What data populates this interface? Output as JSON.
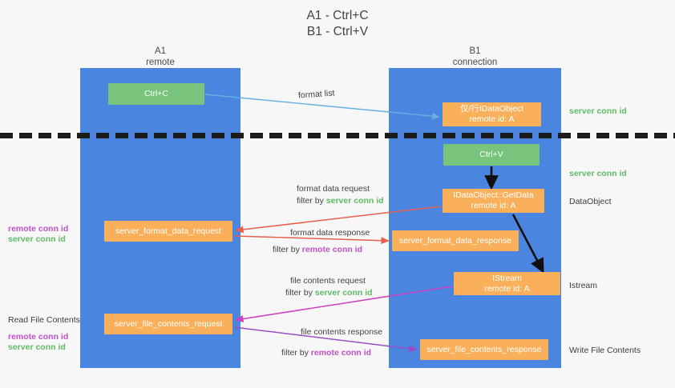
{
  "title": "A1 - Ctrl+C\nB1 - Ctrl+V",
  "lanes": [
    {
      "name": "A1",
      "sub": "remote",
      "header": "A1\nremote"
    },
    {
      "name": "B1",
      "sub": "connection",
      "header": "B1\nconnection"
    }
  ],
  "boxes": {
    "ctrl_c": {
      "line1": "Ctrl+C",
      "line2": "",
      "color": "#79c47c"
    },
    "idataobject": {
      "line1": "仅/行IDataObject",
      "line2": "remote id: A",
      "color": "#fab05a"
    },
    "ctrl_v": {
      "line1": "Ctrl+V",
      "line2": "",
      "color": "#79c47c"
    },
    "getdata": {
      "line1": "IDataObject::GetData",
      "line2": "remote id: A",
      "color": "#fab05a"
    },
    "format_data_request": {
      "line1": "server_format_data_request",
      "line2": "",
      "color": "#fab05a"
    },
    "format_data_response": {
      "line1": "server_format_data_response",
      "line2": "",
      "color": "#fab05a"
    },
    "istream": {
      "line1": "IStream",
      "line2": "remote id: A",
      "color": "#fab05a"
    },
    "file_contents_request": {
      "line1": "server_file_contents_request",
      "line2": "",
      "color": "#fab05a"
    },
    "file_contents_response": {
      "line1": "server_file_contents_response",
      "line2": "",
      "color": "#fab05a"
    }
  },
  "captions": {
    "format_list": "format list",
    "format_data_request": "format data request",
    "format_data_request_filter_prefix": "filter by ",
    "format_data_request_filter_value": "server conn id",
    "format_data_response": "format data response",
    "format_data_response_filter_prefix": "filter by ",
    "format_data_response_filter_value": "remote conn id",
    "file_contents_request": "file contents request",
    "file_contents_request_filter_prefix": "filter by ",
    "file_contents_request_filter_value": "server conn id",
    "file_contents_response": "file contents response",
    "file_contents_response_filter_prefix": "filter by ",
    "file_contents_response_filter_value": "remote conn id"
  },
  "notes": {
    "server_conn_id_1": "server conn id",
    "server_conn_id_2": "server conn id",
    "dataobject": "DataObject",
    "istream": "Istream",
    "write_file_contents": "Write File Contents",
    "read_file_contents": "Read File Contents",
    "remote_conn_id": "remote conn id",
    "server_conn_id": "server conn id"
  },
  "colors": {
    "lane": "#4a86e0",
    "green_box": "#79c47c",
    "orange_box": "#fab05a",
    "server_conn_id": "#5fbb63",
    "remote_conn_id": "#c050c8",
    "arrow_blue": "#6aaee0",
    "arrow_red": "#e8604c",
    "arrow_magenta": "#cc3fc0",
    "arrow_purple": "#9b4ec4",
    "arrow_black": "#111111",
    "background": "#f7f7f7"
  }
}
